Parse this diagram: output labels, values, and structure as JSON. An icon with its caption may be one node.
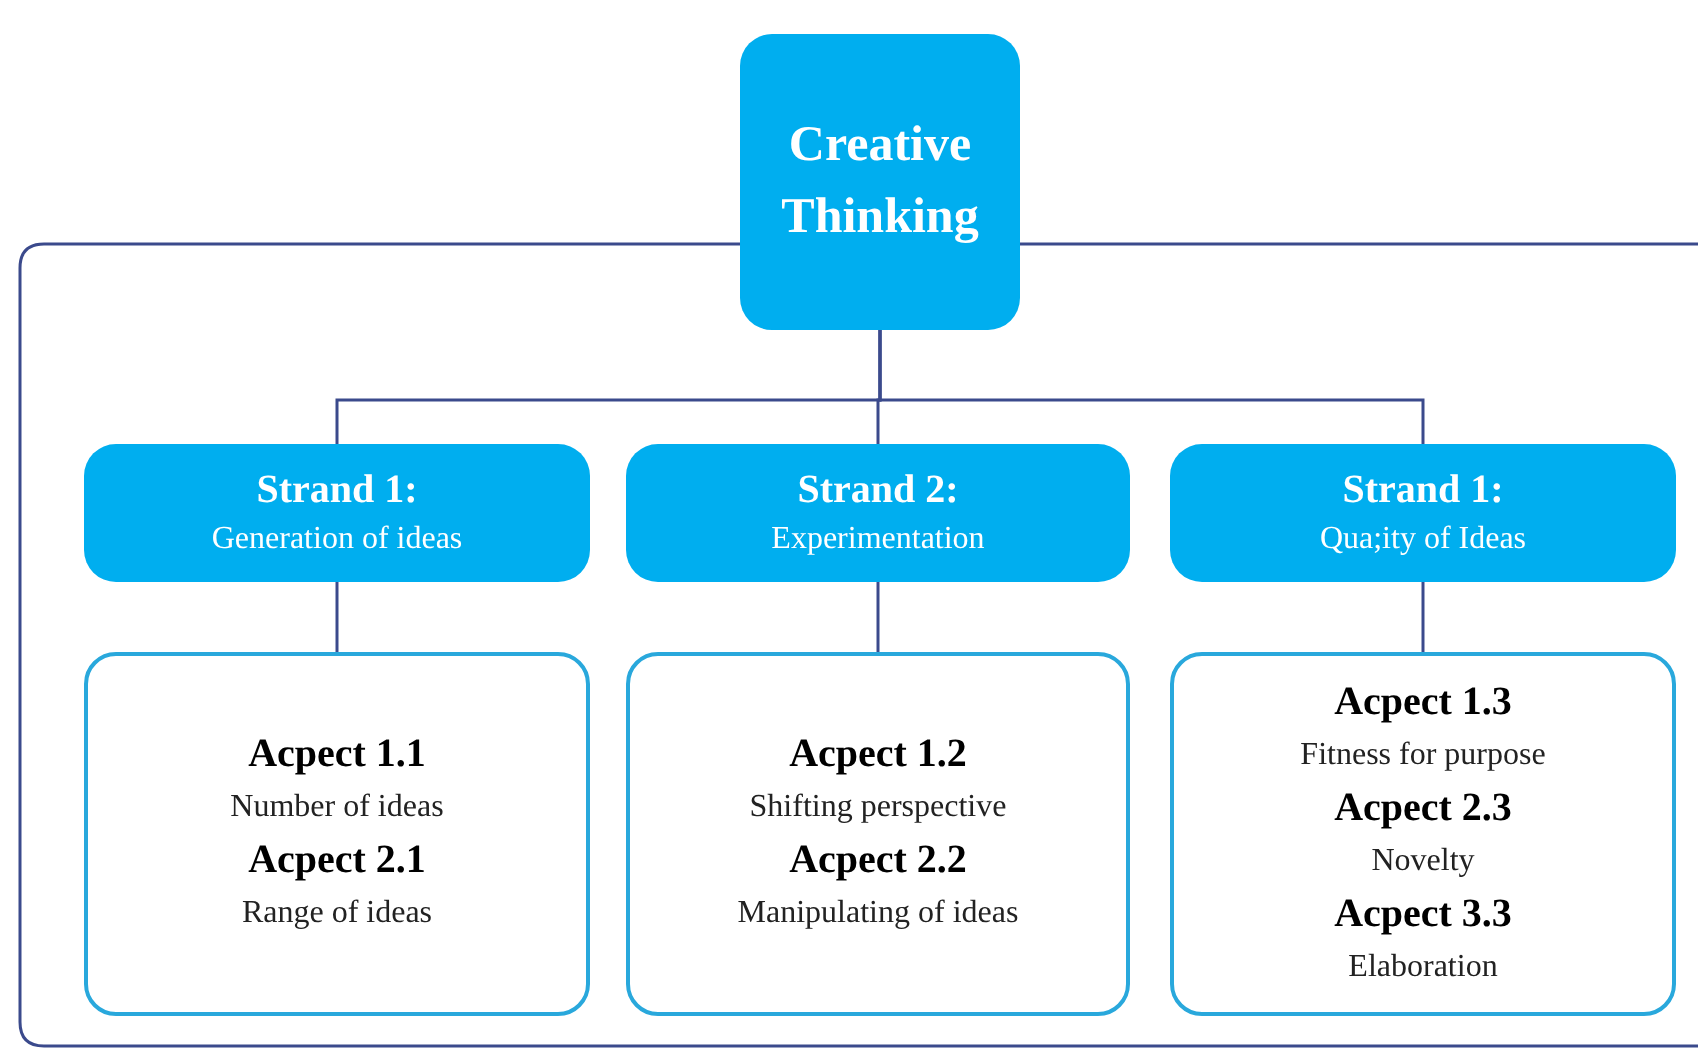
{
  "diagram": {
    "nodes": [
      {
        "text": [
          "Creative Thinking"
        ]
      },
      {
        "text": [
          "Strand 1:",
          "Generation of ideas"
        ]
      },
      {
        "text": [
          "Strand 2:",
          "Experimentation"
        ]
      },
      {
        "text": [
          "Strand 1:",
          "Qua;ity of Ideas"
        ]
      },
      {
        "text": [
          "Acpect 1.1",
          "Number of ideas",
          "Acpect 2.1",
          "Range of ideas"
        ]
      },
      {
        "text": [
          "Acpect 1.2",
          "Shifting perspective",
          "Acpect 2.2",
          "Manipulating of ideas"
        ]
      },
      {
        "text": [
          "Acpect 1.3",
          "Fitness for purpose",
          "Acpect 2.3",
          "Novelty",
          "Acpect 3.3",
          "Elaboration"
        ]
      }
    ],
    "edges": [
      {
        "from": 0,
        "to": 1,
        "arrow": "none"
      },
      {
        "from": 0,
        "to": 2,
        "arrow": "none"
      },
      {
        "from": 0,
        "to": 3,
        "arrow": "none"
      },
      {
        "from": 1,
        "to": 4,
        "arrow": "none"
      },
      {
        "from": 2,
        "to": 5,
        "arrow": "none"
      },
      {
        "from": 3,
        "to": 6,
        "arrow": "none"
      }
    ]
  }
}
